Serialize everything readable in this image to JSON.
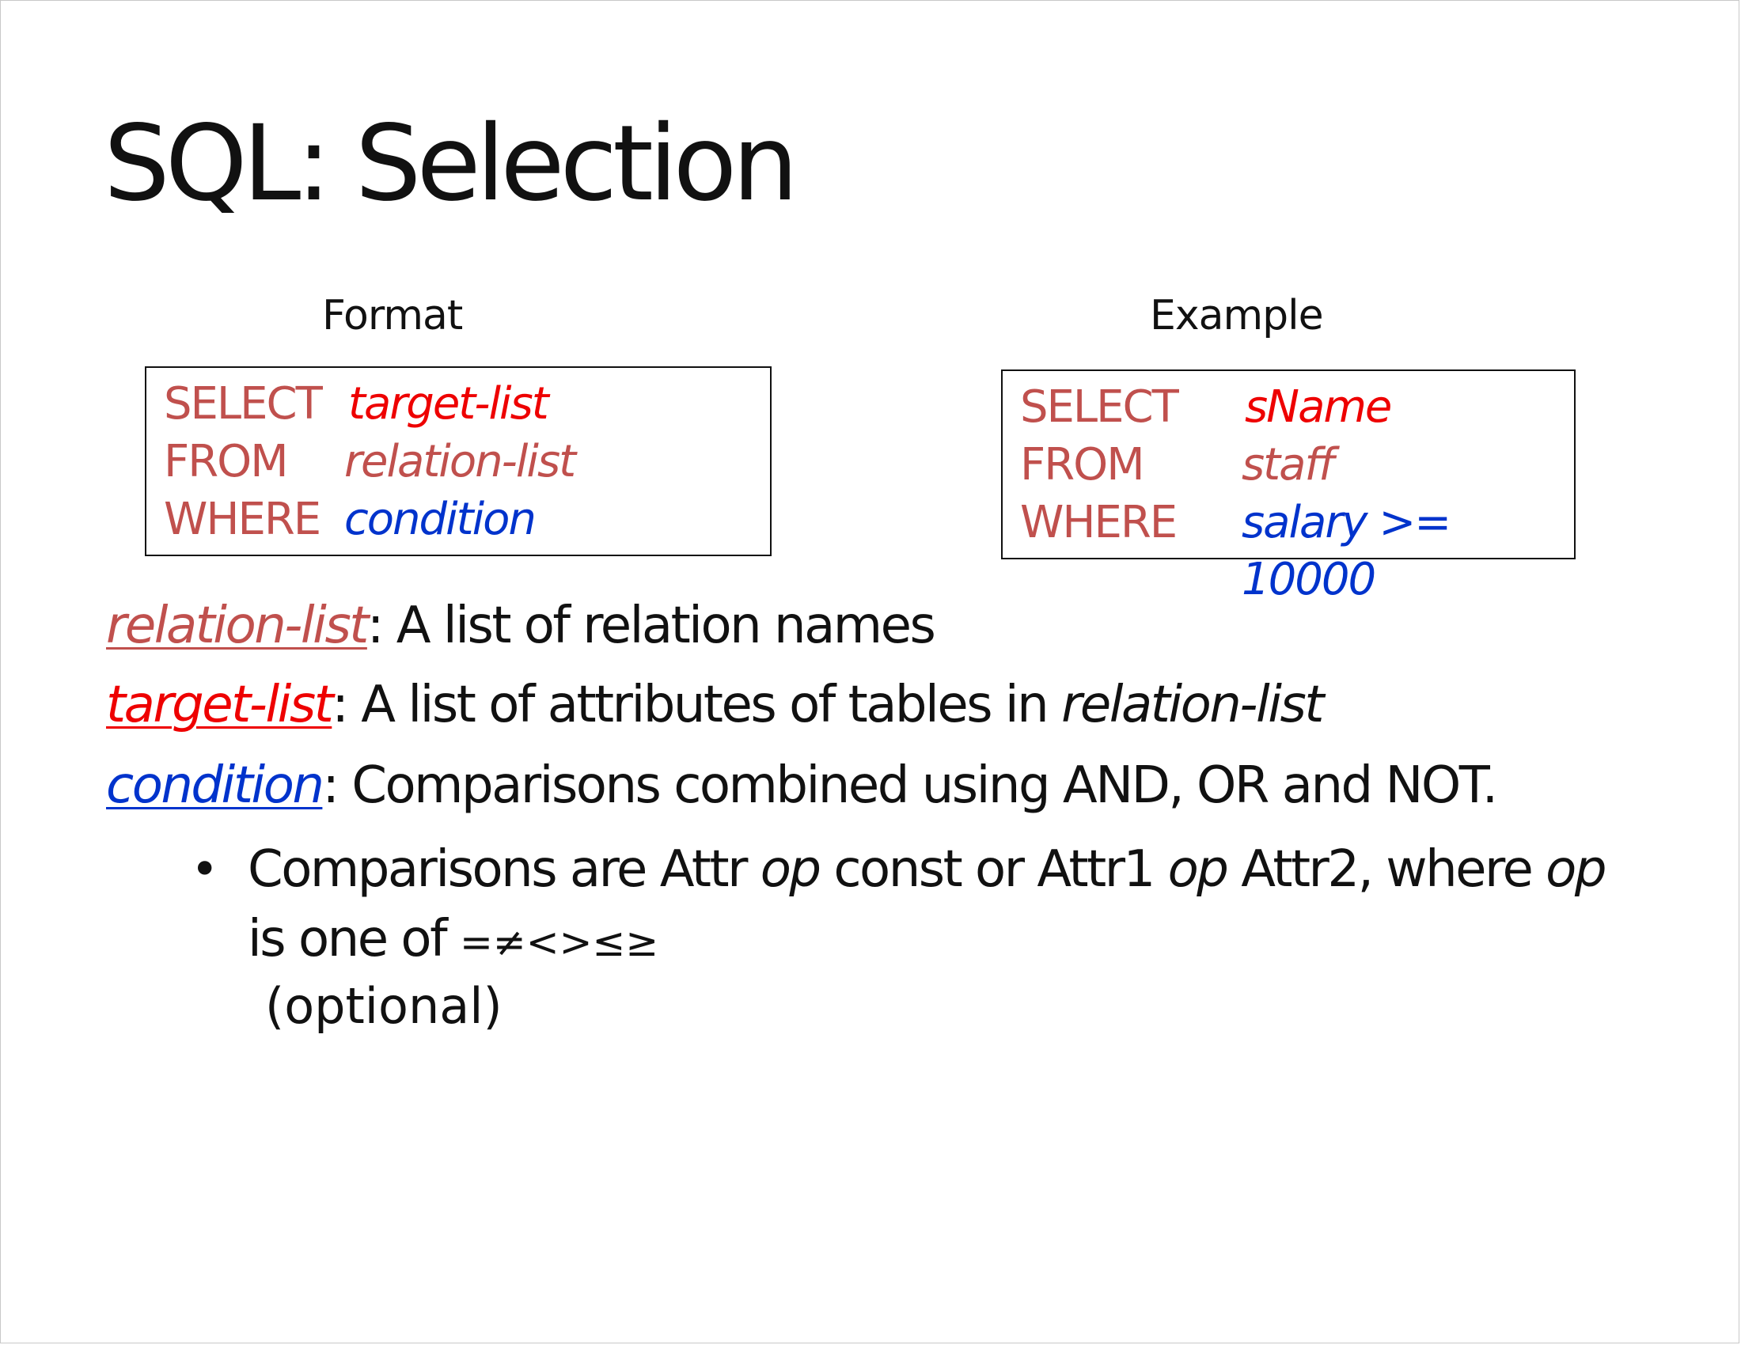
{
  "slide": {
    "title": "SQL: Selection",
    "format": {
      "label": "Format",
      "rows": [
        {
          "keyword": "SELECT",
          "value": "target-list"
        },
        {
          "keyword": "FROM",
          "value": "relation-list"
        },
        {
          "keyword": "WHERE",
          "value": "condition"
        }
      ]
    },
    "example": {
      "label": "Example",
      "rows": [
        {
          "keyword": "SELECT",
          "value": "sName"
        },
        {
          "keyword": "FROM",
          "value": "staff"
        },
        {
          "keyword": "WHERE",
          "value": "salary >= 10000"
        }
      ]
    },
    "definitions": [
      {
        "term": "relation-list",
        "text": ": A list of relation names"
      },
      {
        "term": "target-list",
        "text": ": A list of attributes of tables in ",
        "tail": "relation-list"
      },
      {
        "term": "condition",
        "text": ": Comparisons combined using AND, OR and NOT."
      }
    ],
    "bullet": {
      "symbol": "•",
      "p1": "Comparisons are Attr ",
      "op": "op",
      "p2": " const or Attr1 ",
      "p3": " Attr2, where ",
      "p4": "is one of ",
      "operators": "=≠<>≤≥",
      "note": "(optional)"
    },
    "colors": {
      "keyword": "#c0504d",
      "target": "#ee0000",
      "relation": "#c0504d",
      "condition": "#0033cc"
    }
  }
}
